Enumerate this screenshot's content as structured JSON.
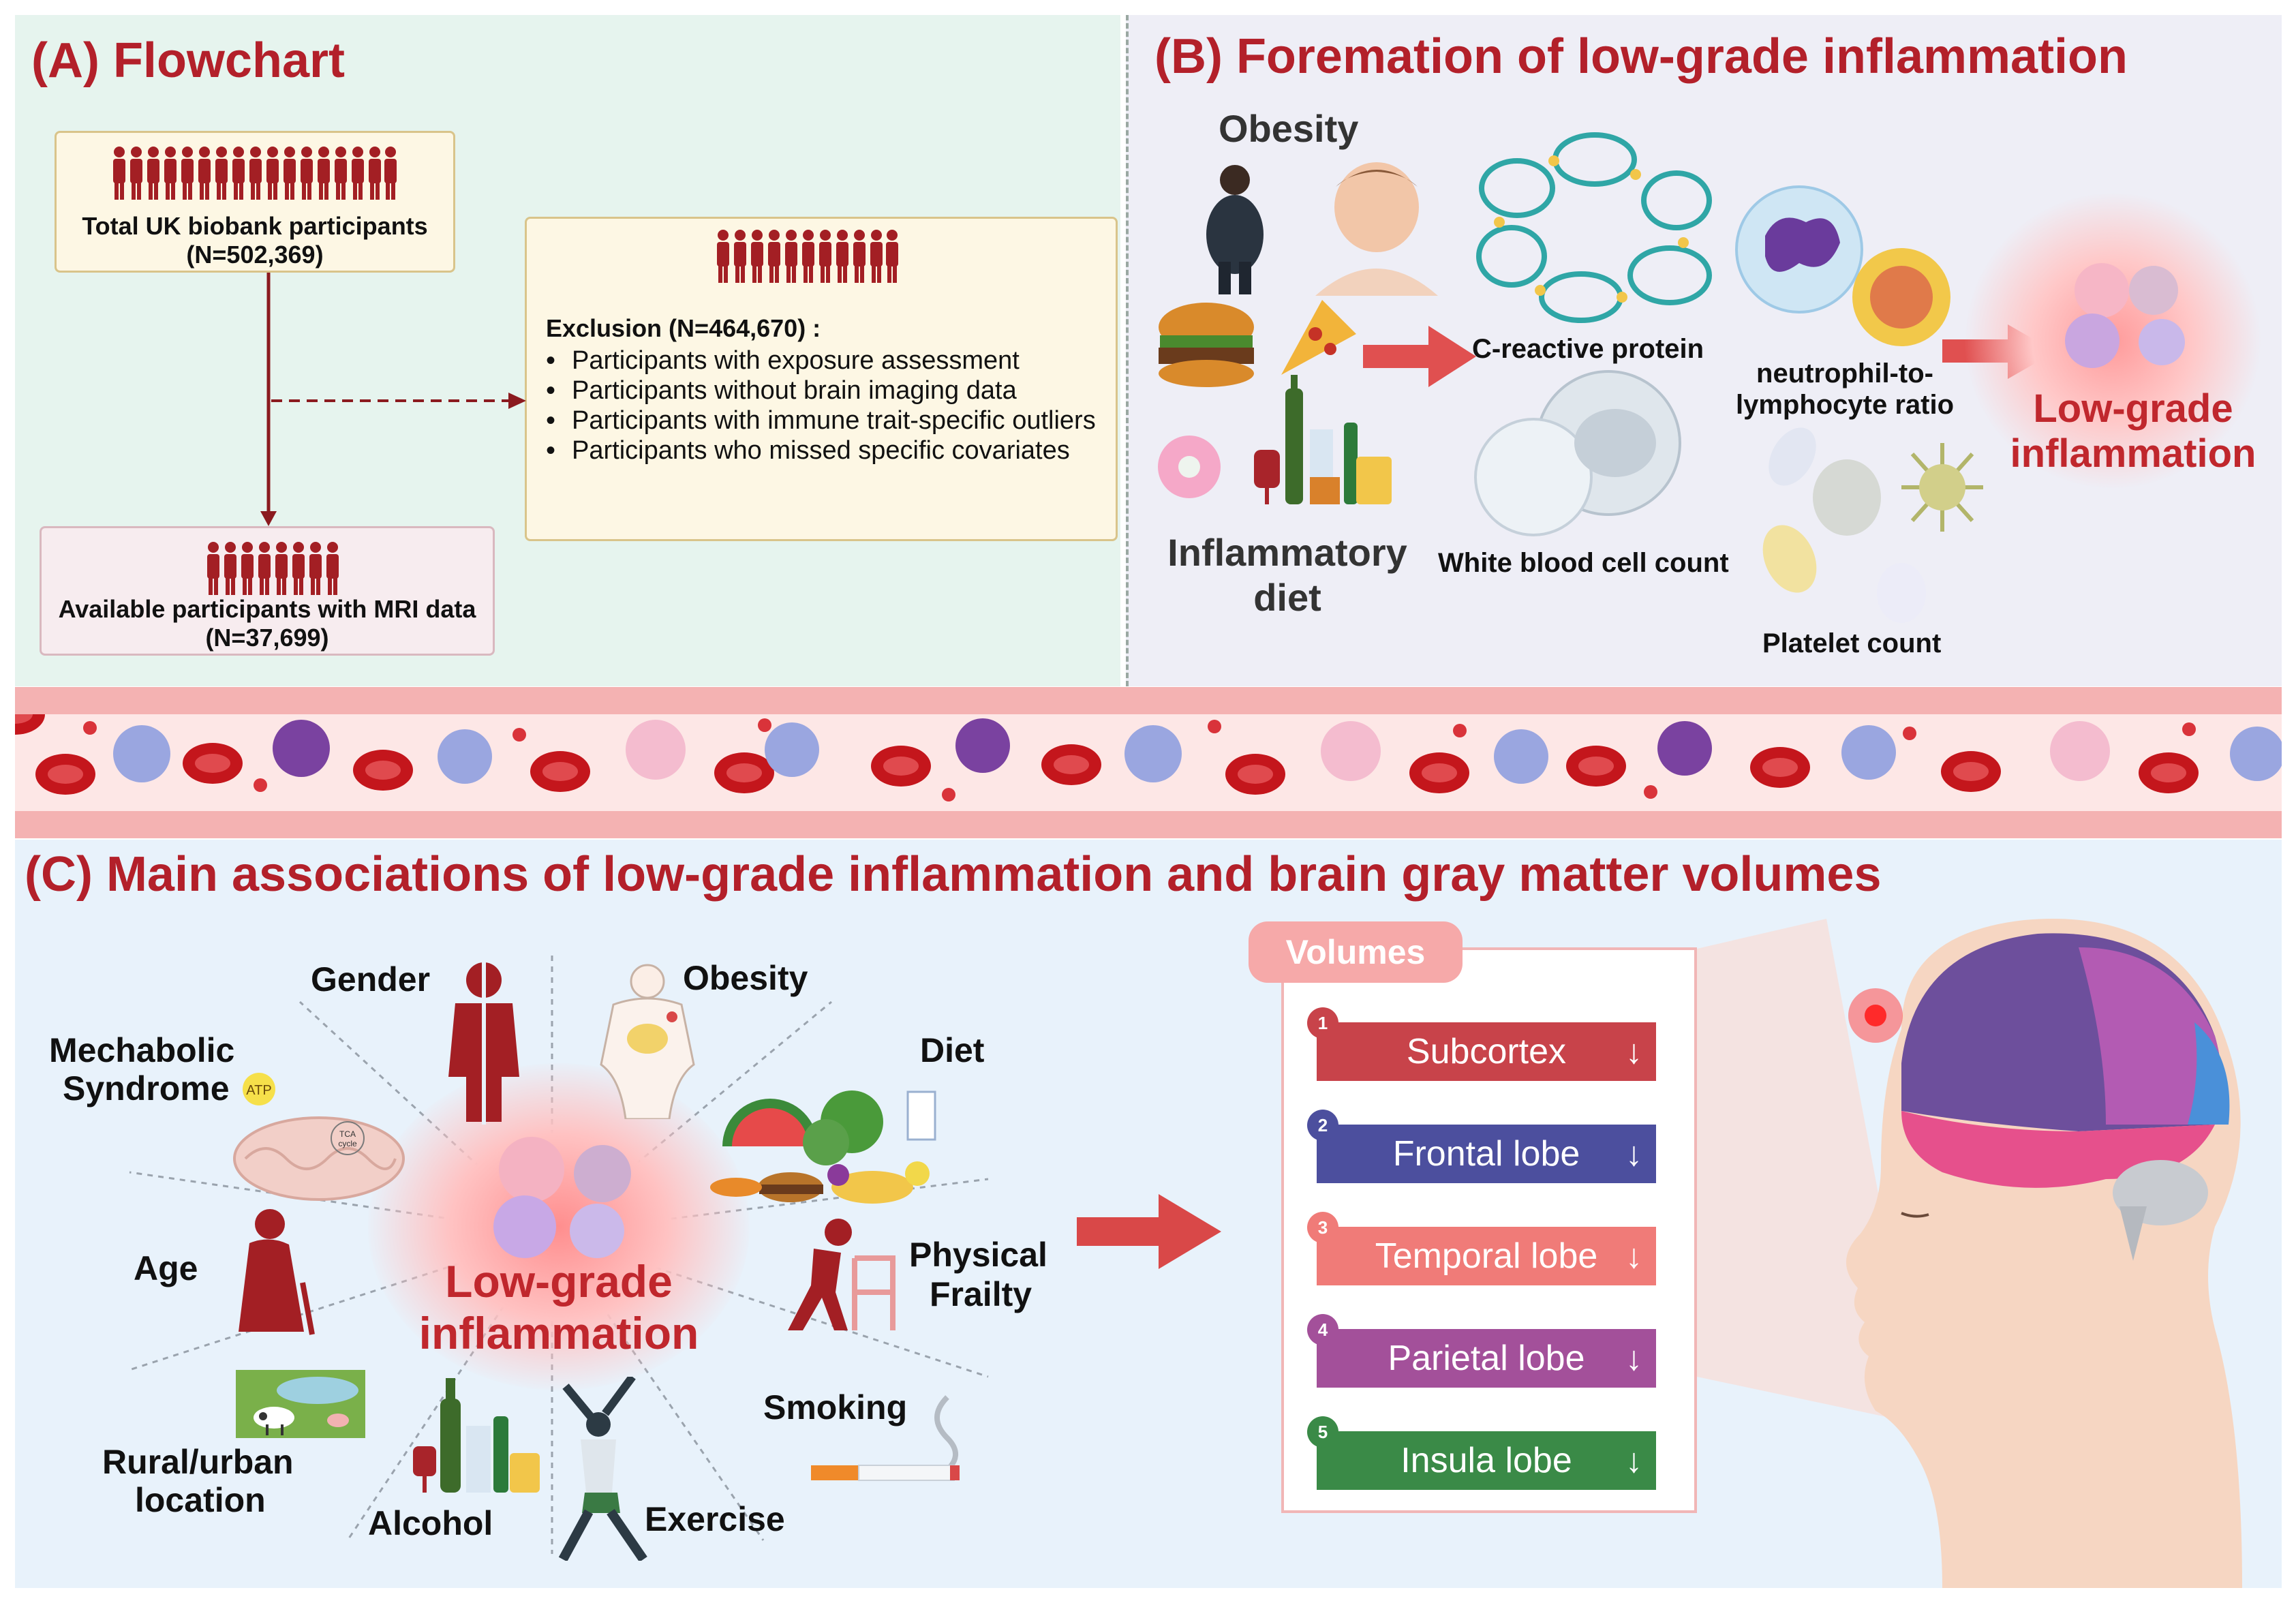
{
  "panel_a": {
    "title": "(A) Flowchart",
    "total": {
      "line1": "Total UK biobank participants",
      "line2": "(N=502,369)"
    },
    "exclusion": {
      "title": "Exclusion (N=464,670) :",
      "items": [
        "Participants with exposure assessment",
        "Participants without brain imaging data",
        "Participants with immune trait-specific outliers",
        "Participants who missed specific covariates"
      ]
    },
    "available": {
      "line1": "Available participants with MRI data",
      "line2": "(N=37,699)"
    }
  },
  "panel_b": {
    "title": "(B) Foremation of low-grade inflammation",
    "obesity": "Obesity",
    "diet_line1": "Inflammatory",
    "diet_line2": "diet",
    "crp": "C-reactive protein",
    "nlr_line1": "neutrophil-to-",
    "nlr_line2": "lymphocyte ratio",
    "wbc": "White blood cell count",
    "platelet": "Platelet count",
    "result_line1": "Low-grade",
    "result_line2": "inflammation"
  },
  "panel_c": {
    "title": "(C) Main associations of low-grade inflammation and brain gray matter volumes",
    "center_line1": "Low-grade",
    "center_line2": "inflammation",
    "factors": {
      "gender": "Gender",
      "obesity": "Obesity",
      "diet": "Diet",
      "metabolic_line1": "Mechabolic",
      "metabolic_line2": "Syndrome",
      "age": "Age",
      "frailty_line1": "Physical",
      "frailty_line2": "Frailty",
      "rural_line1": "Rural/urban",
      "rural_line2": "location",
      "alcohol": "Alcohol",
      "exercise": "Exercise",
      "smoking": "Smoking"
    },
    "volumes_title": "Volumes",
    "volumes": [
      {
        "num": "1",
        "label": "Subcortex",
        "color": "#c8434a"
      },
      {
        "num": "2",
        "label": "Frontal lobe",
        "color": "#4c4f9e"
      },
      {
        "num": "3",
        "label": "Temporal lobe",
        "color": "#f07b78"
      },
      {
        "num": "4",
        "label": "Parietal lobe",
        "color": "#a3509a"
      },
      {
        "num": "5",
        "label": "Insula lobe",
        "color": "#3a8a47"
      }
    ],
    "volume_arrow": "↓"
  },
  "mito_labels": {
    "atp": "ATP",
    "tca_line1": "TCA",
    "tca_line2": "cycle"
  },
  "colors": {
    "title_red": "#b3202a",
    "accent_red": "#d94848",
    "brain_purple": "#6d4f9c",
    "brain_pink": "#e6508c",
    "brain_magenta": "#b35bb3",
    "brain_blue": "#4a90d9"
  }
}
